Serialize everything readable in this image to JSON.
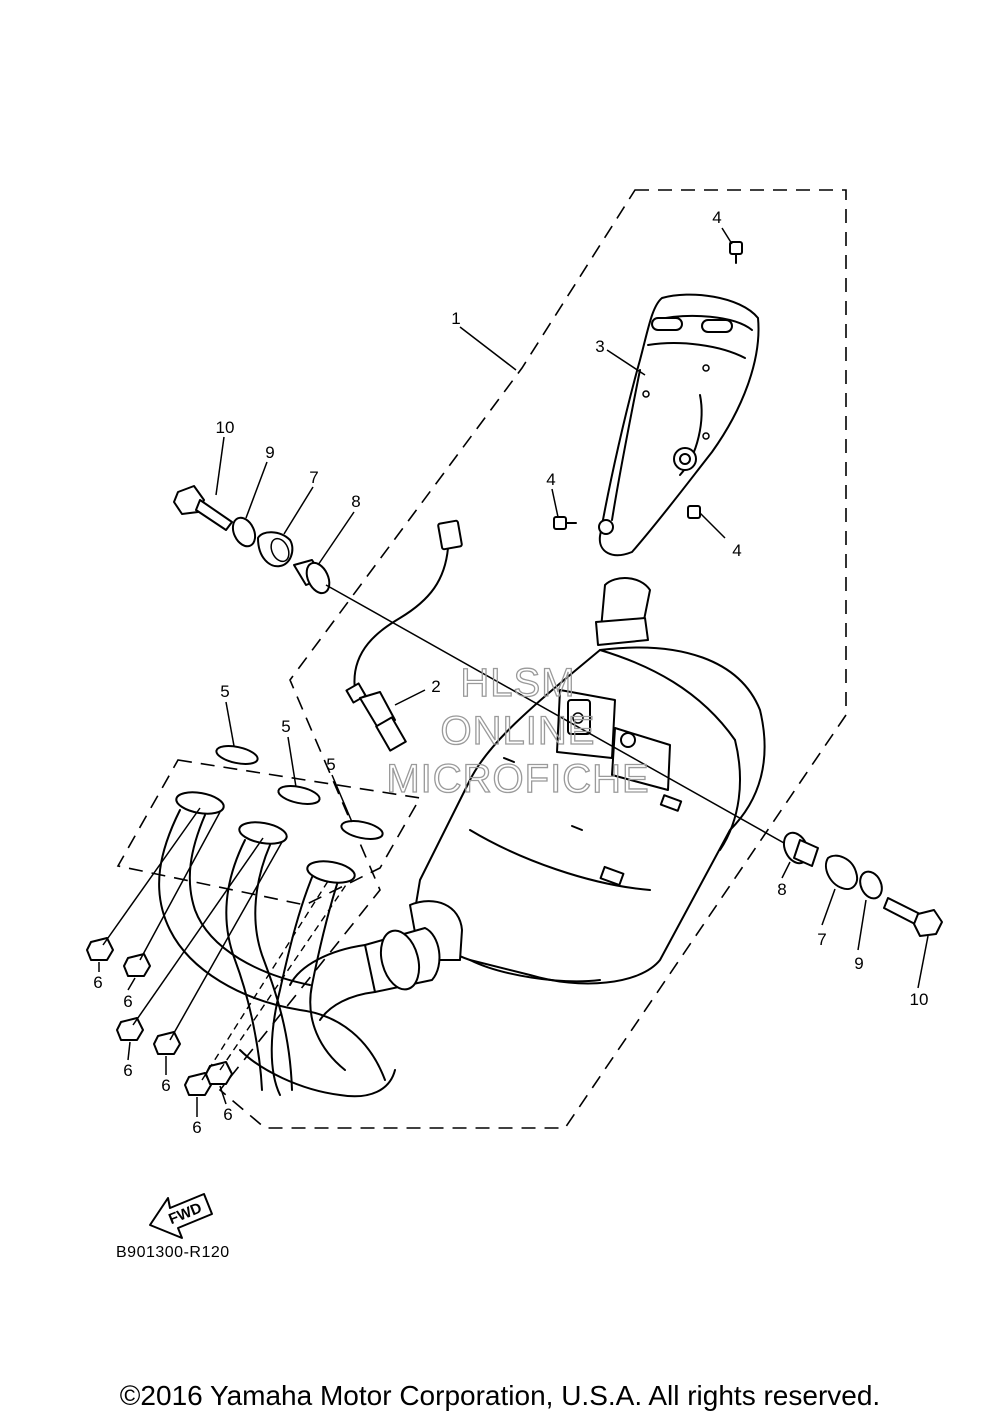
{
  "callouts": {
    "p1": "1",
    "p2": "2",
    "p3": "3",
    "p4a": "4",
    "p4b": "4",
    "p4c": "4",
    "p5a": "5",
    "p5b": "5",
    "p5c": "5",
    "p6a": "6",
    "p6b": "6",
    "p6c": "6",
    "p6d": "6",
    "p6e": "6",
    "p6f": "6",
    "p7l": "7",
    "p7r": "7",
    "p8l": "8",
    "p8r": "8",
    "p9l": "9",
    "p9r": "9",
    "p10l": "10",
    "p10r": "10"
  },
  "watermark": {
    "line1": "HLSM",
    "line2": "ONLINE",
    "line3": "MICROFICHE"
  },
  "fwd_label": "FWD",
  "diagram_code": "B901300-R120",
  "copyright": "©2016 Yamaha Motor Corporation, U.S.A. All rights reserved."
}
